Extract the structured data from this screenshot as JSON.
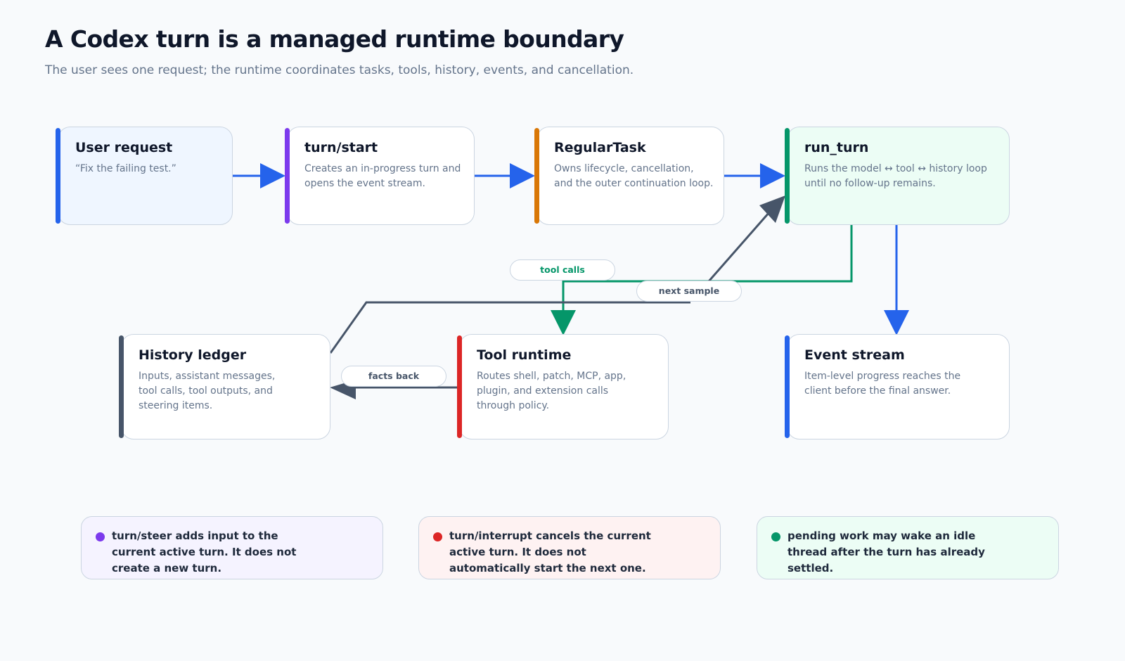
{
  "header": {
    "title": "A Codex turn is a managed runtime boundary",
    "subtitle": "The user sees one request; the runtime coordinates tasks, tools, history, events, and cancellation."
  },
  "nodes": {
    "user_request": {
      "title": "User request",
      "desc": "“Fix the failing test.”",
      "accent": "#2563eb",
      "background": "#eff6ff"
    },
    "turn_start": {
      "title": "turn/start",
      "desc": "Creates an in-progress turn and opens the event stream.",
      "accent": "#7c3aed",
      "background": "#ffffff"
    },
    "regular_task": {
      "title": "RegularTask",
      "desc": "Owns lifecycle, cancellation, and the outer continuation loop.",
      "accent": "#d97706",
      "background": "#ffffff"
    },
    "run_turn": {
      "title": "run_turn",
      "desc": "Runs the model ↔ tool ↔ history loop until no follow-up remains.",
      "accent": "#059669",
      "background": "#ecfdf5"
    },
    "history_ledger": {
      "title": "History ledger",
      "desc": "Inputs, assistant messages, tool calls, tool outputs, and steering items.",
      "accent": "#475569",
      "background": "#ffffff"
    },
    "tool_runtime": {
      "title": "Tool runtime",
      "desc": "Routes shell, patch, MCP, app, plugin, and extension calls through policy.",
      "accent": "#dc2626",
      "background": "#ffffff"
    },
    "event_stream": {
      "title": "Event stream",
      "desc": "Item-level progress reaches the client before the final answer.",
      "accent": "#2563eb",
      "background": "#ffffff"
    }
  },
  "edge_labels": {
    "tool_calls": "tool calls",
    "next_sample": "next sample",
    "facts_back": "facts back"
  },
  "colors": {
    "flow": "#2563eb",
    "tool": "#059669",
    "history": "#475569"
  },
  "notes": [
    {
      "text": "turn/steer adds input to the current active turn. It does not create a new turn.",
      "dot": "#7c3aed",
      "background": "#f5f3ff"
    },
    {
      "text": "turn/interrupt cancels the current active turn. It does not automatically start the next one.",
      "dot": "#dc2626",
      "background": "#fef2f2"
    },
    {
      "text": "pending work may wake an idle thread after the turn has already settled.",
      "dot": "#059669",
      "background": "#ecfdf5"
    }
  ]
}
